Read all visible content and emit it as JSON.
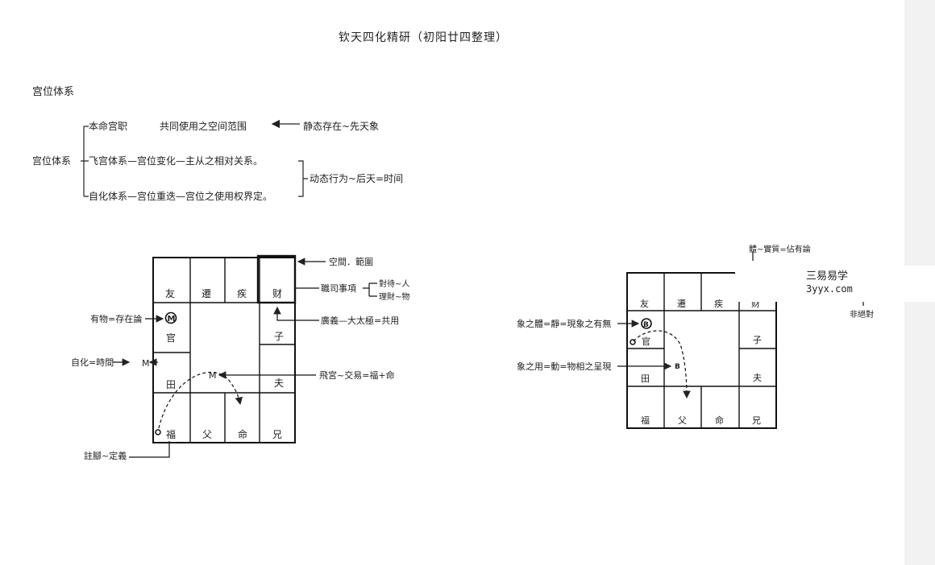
{
  "title": "钦天四化精研（初阳廿四整理）",
  "section_label": "宫位体系",
  "tree": {
    "root": "宫位体系",
    "branch1": "本命宫职",
    "branch1_note": "共同使用之空间范围",
    "branch1_tag": "静态存在~先天象",
    "branch2": "飞宫体系—宫位变化—主从之相对关系。",
    "branch3": "自化体系—宫位重迭—宫位之使用权界定。",
    "bracket_tag": "动态行为~后天=时间"
  },
  "left_chart": {
    "palaces": {
      "you": "友",
      "qian": "遷",
      "ji": "疾",
      "cai": "财",
      "guan": "官",
      "zi": "子",
      "tian": "田",
      "fu_spouse": "夫",
      "fu": "福",
      "father": "父",
      "ming": "命",
      "xiong": "兄"
    },
    "marker_circled": "M",
    "marker_zihua": "M",
    "marker_feigong": "M",
    "annotations": {
      "space": "空間．範圍",
      "duties": "職司事項",
      "duty_a": "對待~人",
      "duty_b": "理財~物",
      "taiji": "廣義—大太極=共用",
      "youwu": "有物=存在論",
      "zihua": "自化=時間",
      "feigong": "飛宮~交易=福+命",
      "zhujiao": "註腳~定義"
    }
  },
  "right_chart": {
    "palaces": {
      "you": "友",
      "qian": "遷",
      "ji": "疾",
      "cai": "财",
      "guan": "官",
      "zi": "子",
      "tian": "田",
      "fu_spouse": "夫",
      "fu": "福",
      "father": "父",
      "ming": "命",
      "xiong": "兄"
    },
    "marker_circled": "B",
    "marker_b": "B",
    "annotations": {
      "ti_top": "體~實質=佔有論",
      "xiang_ti": "象之體=靜=現象之有無",
      "xiang_yong": "象之用=動=物相之呈現",
      "fei_jue": "非絕對"
    }
  },
  "watermark": {
    "line1": "三易易学",
    "line2": "3yyx.com"
  }
}
